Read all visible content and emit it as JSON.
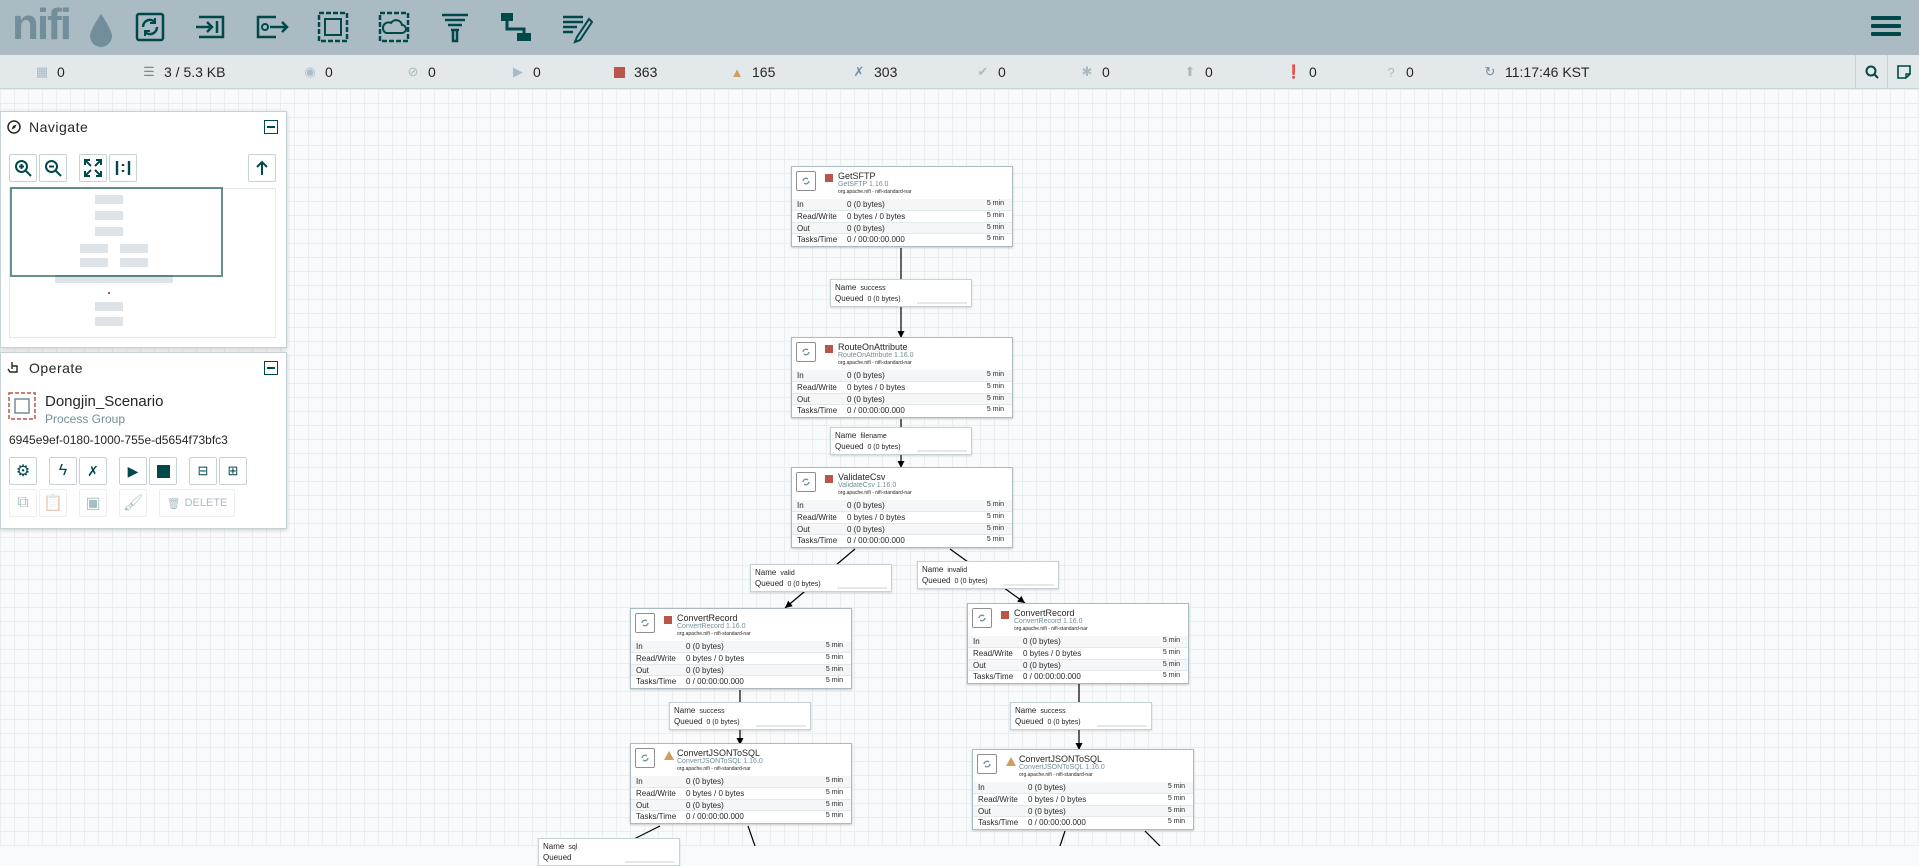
{
  "app": {
    "logo_text": "nifi"
  },
  "toolbar": {
    "tools": [
      {
        "name": "processor-tool"
      },
      {
        "name": "input-port-tool"
      },
      {
        "name": "output-port-tool"
      },
      {
        "name": "process-group-tool"
      },
      {
        "name": "remote-process-group-tool"
      },
      {
        "name": "funnel-tool"
      },
      {
        "name": "template-tool"
      },
      {
        "name": "label-tool"
      }
    ]
  },
  "status": {
    "cluster": "0",
    "queued": "3 / 5.3 KB",
    "transmitting": "0",
    "not_transmitting": "0",
    "running": "0",
    "stopped": "363",
    "invalid": "165",
    "disabled": "303",
    "up_to_date": "0",
    "locally_modified": "0",
    "stale": "0",
    "locally_modified_stale": "0",
    "sync_failure": "0",
    "last_refresh": "11:17:46 KST"
  },
  "navigate": {
    "title": "Navigate"
  },
  "operate": {
    "title": "Operate",
    "group_name": "Dongjin_Scenario",
    "group_type": "Process Group",
    "group_id": "6945e9ef-0180-1000-755e-d5654f73bfc3",
    "delete_label": "DELETE"
  },
  "labels": {
    "in": "In",
    "read_write": "Read/Write",
    "out": "Out",
    "tasks_time": "Tasks/Time",
    "name": "Name",
    "queued": "Queued"
  },
  "processors": [
    {
      "name": "GetSFTP",
      "type": "GetSFTP 1.16.0",
      "bundle": "org.apache.nifi - nifi-standard-nar",
      "state": "stopped",
      "in": "0 (0 bytes)",
      "rw": "0 bytes / 0 bytes",
      "out": "0 (0 bytes)",
      "tasks": "0 / 00:00:00.000",
      "window": "5 min"
    },
    {
      "name": "RouteOnAttribute",
      "type": "RouteOnAttribute 1.16.0",
      "bundle": "org.apache.nifi - nifi-standard-nar",
      "state": "stopped",
      "in": "0 (0 bytes)",
      "rw": "0 bytes / 0 bytes",
      "out": "0 (0 bytes)",
      "tasks": "0 / 00:00:00.000",
      "window": "5 min"
    },
    {
      "name": "ValidateCsv",
      "type": "ValidateCsv 1.16.0",
      "bundle": "org.apache.nifi - nifi-standard-nar",
      "state": "stopped",
      "in": "0 (0 bytes)",
      "rw": "0 bytes / 0 bytes",
      "out": "0 (0 bytes)",
      "tasks": "0 / 00:00:00.000",
      "window": "5 min"
    },
    {
      "name": "ConvertRecord",
      "type": "ConvertRecord 1.16.0",
      "bundle": "org.apache.nifi - nifi-standard-nar",
      "state": "stopped",
      "in": "0 (0 bytes)",
      "rw": "0 bytes / 0 bytes",
      "out": "0 (0 bytes)",
      "tasks": "0 / 00:00:00.000",
      "window": "5 min"
    },
    {
      "name": "ConvertRecord",
      "type": "ConvertRecord 1.16.0",
      "bundle": "org.apache.nifi - nifi-standard-nar",
      "state": "stopped",
      "in": "0 (0 bytes)",
      "rw": "0 bytes / 0 bytes",
      "out": "0 (0 bytes)",
      "tasks": "0 / 00:00:00.000",
      "window": "5 min"
    },
    {
      "name": "ConvertJSONToSQL",
      "type": "ConvertJSONToSQL 1.16.0",
      "bundle": "org.apache.nifi - nifi-standard-nar",
      "state": "invalid",
      "in": "0 (0 bytes)",
      "rw": "0 bytes / 0 bytes",
      "out": "0 (0 bytes)",
      "tasks": "0 / 00:00:00.000",
      "window": "5 min"
    },
    {
      "name": "ConvertJSONToSQL",
      "type": "ConvertJSONToSQL 1.16.0",
      "bundle": "org.apache.nifi - nifi-standard-nar",
      "state": "invalid",
      "in": "0 (0 bytes)",
      "rw": "0 bytes / 0 bytes",
      "out": "0 (0 bytes)",
      "tasks": "0 / 00:00:00.000",
      "window": "5 min"
    }
  ],
  "connections": [
    {
      "name": "success",
      "queued": "0 (0 bytes)"
    },
    {
      "name": "filename",
      "queued": "0 (0 bytes)"
    },
    {
      "name": "valid",
      "queued": "0 (0 bytes)"
    },
    {
      "name": "invalid",
      "queued": "0 (0 bytes)"
    },
    {
      "name": "success",
      "queued": "0 (0 bytes)"
    },
    {
      "name": "success",
      "queued": "0 (0 bytes)"
    },
    {
      "name": "sql",
      "queued": ""
    }
  ],
  "colors": {
    "toolbar": "#aabbc3",
    "accent": "#004849",
    "stopped": "#ba554a",
    "invalid": "#cf9f5d"
  }
}
